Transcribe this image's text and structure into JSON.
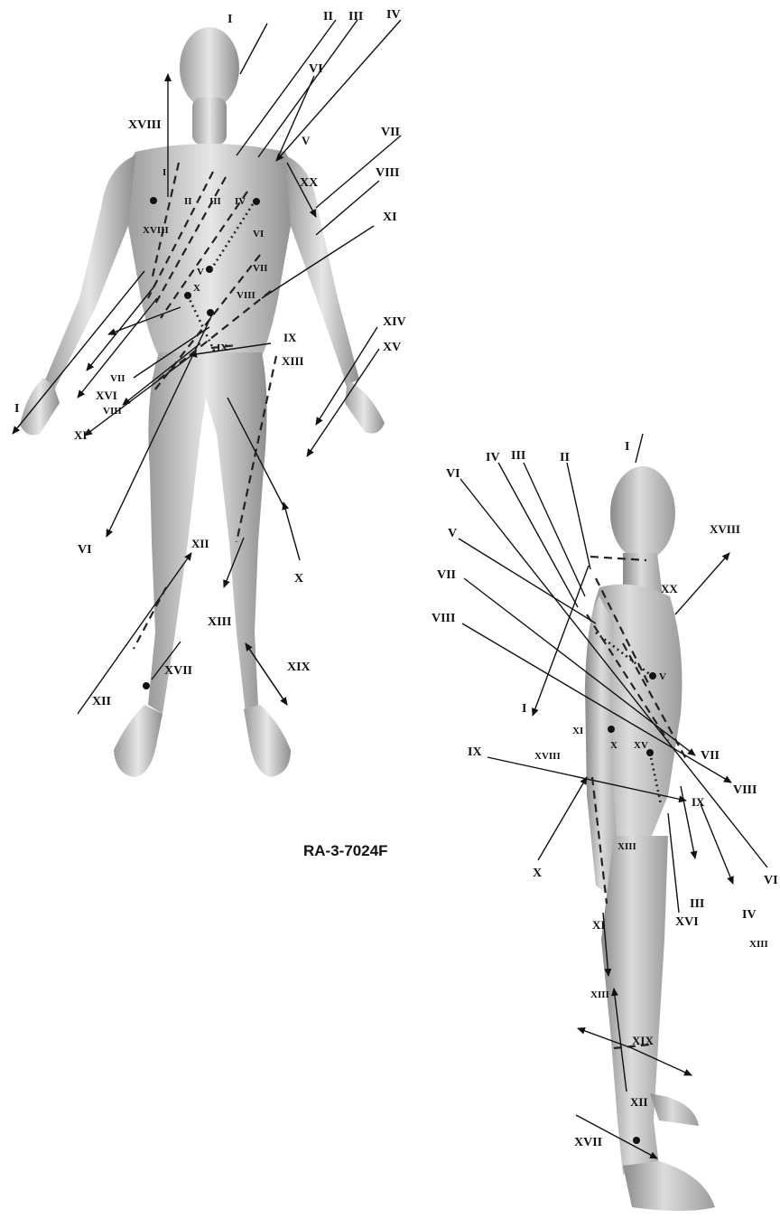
{
  "figure_code": "RA-3-7024F",
  "front_view": {
    "labels": {
      "I_top": "I",
      "II_top": "II",
      "III_top": "III",
      "IV_top": "IV",
      "VI_upper": "VI",
      "V_upper": "V",
      "XX": "XX",
      "VII_right": "VII",
      "VIII_right": "VIII",
      "XI_right": "XI",
      "XVIII": "XVIII",
      "XIV": "XIV",
      "XV": "XV",
      "I_left": "I",
      "XI_left": "XI",
      "VIII_small": "VIII",
      "XVI": "XVI",
      "VII_small": "VII",
      "IX_right": "IX",
      "XIII_right": "XIII",
      "VI_lower": "VI",
      "X_lower": "X",
      "XII_right": "XII",
      "XIII_lower": "XIII",
      "XII_left": "XII",
      "XVII": "XVII",
      "XIX": "XIX",
      "chest_I": "I",
      "chest_II": "II",
      "chest_III": "III",
      "chest_IV": "IV",
      "chest_XVIII": "XVIII",
      "chest_VI": "VI",
      "chest_V": "V",
      "chest_VII": "VII",
      "chest_VIII": "VIII",
      "chest_X": "X",
      "chest_IX": "IX"
    }
  },
  "side_view": {
    "labels": {
      "I_top": "I",
      "II_top": "II",
      "III_top": "III",
      "IV_top": "IV",
      "VI_left": "VI",
      "V_left": "V",
      "VII_left": "VII",
      "VIII_left": "VIII",
      "XVIII_right": "XVIII",
      "XX": "XX",
      "I_lower": "I",
      "XI_mid": "XI",
      "XVIII_mid": "XVIII",
      "IX_left": "IX",
      "X_body": "X",
      "XV_body": "XV",
      "V_body": "V",
      "VII_right": "VII",
      "VIII_right": "VIII",
      "IX_right": "IX",
      "VI_right": "VI",
      "XIII_body": "XIII",
      "X_lower": "X",
      "III_lower": "III",
      "IV_lower": "IV",
      "XIII_small": "XIII",
      "XVI": "XVI",
      "XI_leg": "XI",
      "XIII_leg": "XIII",
      "XIX": "XIX",
      "XII": "XII",
      "XVII": "XVII"
    }
  }
}
